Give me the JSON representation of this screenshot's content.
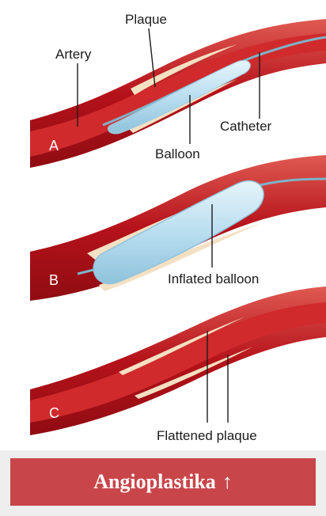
{
  "labels": {
    "plaque": "Plaque",
    "artery": "Artery",
    "catheter": "Catheter",
    "balloon": "Balloon",
    "inflated_balloon": "Inflated balloon",
    "flattened_plaque": "Flattened plaque"
  },
  "panels": {
    "a": "A",
    "b": "B",
    "c": "C"
  },
  "caption": {
    "text": "Angioplastika",
    "arrow": "↑"
  },
  "colors": {
    "artery_wall": "#b8141c",
    "artery_lumen": "#cf2a2c",
    "plaque": "#f4e0c2",
    "balloon": "#bfe2ef",
    "caption_bg": "#c8464a"
  }
}
